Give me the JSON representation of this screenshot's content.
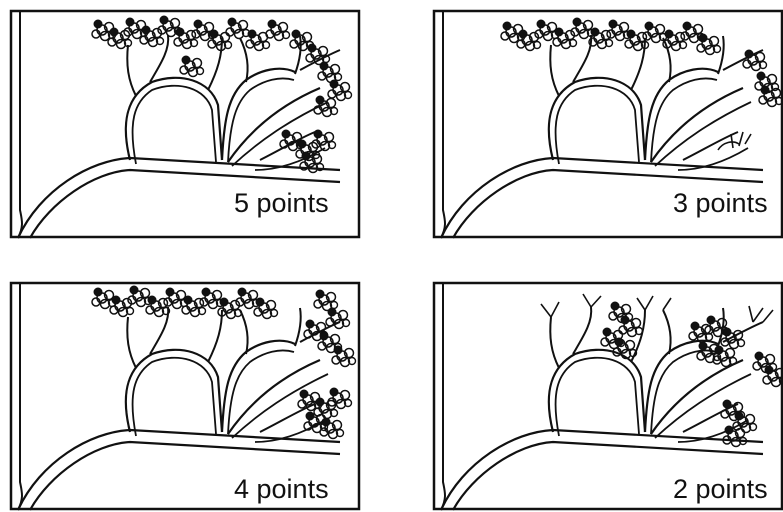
{
  "panels": [
    {
      "id": "top-left",
      "label": "5 points",
      "canopy": "full-all-branches"
    },
    {
      "id": "top-right",
      "label": "3 points",
      "canopy": "partial-right-branch-bare"
    },
    {
      "id": "bottom-left",
      "label": "4 points",
      "canopy": "full-nearly-all-branches"
    },
    {
      "id": "bottom-right",
      "label": "2 points",
      "canopy": "sparse-clusters"
    }
  ],
  "colors": {
    "ink": "#111111",
    "background": "#ffffff"
  }
}
